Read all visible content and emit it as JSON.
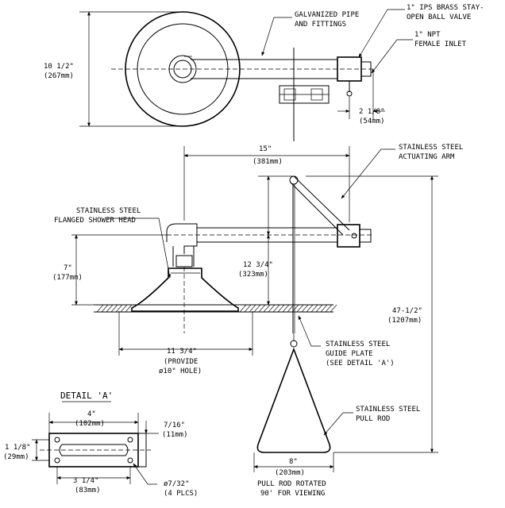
{
  "top_view": {
    "pipe_label_1": "GALVANIZED PIPE",
    "pipe_label_2": "AND FITTINGS",
    "valve_label_1": "1\" IPS BRASS STAY-",
    "valve_label_2": "OPEN BALL VALVE",
    "inlet_label_1": "1\" NPT",
    "inlet_label_2": "FEMALE INLET",
    "dia_in": "10 1/2\"",
    "dia_mm": "(267mm)",
    "offset_in": "2 1/8\"",
    "offset_mm": "(54mm)"
  },
  "elevation": {
    "arm_len_in": "15\"",
    "arm_len_mm": "(381mm)",
    "actuating_1": "STAINLESS STEEL",
    "actuating_2": "ACTUATING ARM",
    "head_1": "STAINLESS STEEL",
    "head_2": "FLANGED SHOWER HEAD",
    "drop_in": "7\"",
    "drop_mm": "(177mm)",
    "rod_in": "12 3/4\"",
    "rod_mm": "(323mm)",
    "overall_in": "47-1/2\"",
    "overall_mm": "(1207mm)",
    "head_dia_in": "11 3/4\"",
    "hole_1": "(PROVIDE",
    "hole_2": "ø10\" HOLE)",
    "guide_1": "STAINLESS STEEL",
    "guide_2": "GUIDE PLATE",
    "guide_3": "(SEE DETAIL 'A')",
    "rod_label_1": "STAINLESS STEEL",
    "rod_label_2": "PULL ROD",
    "tri_in": "8\"",
    "tri_mm": "(203mm)",
    "rotated_1": "PULL ROD ROTATED",
    "rotated_2": "90' FOR VIEWING"
  },
  "detail": {
    "title": "DETAIL 'A'",
    "width_in": "4\"",
    "width_mm": "(102mm)",
    "thick_in": "7/16\"",
    "thick_mm": "(11mm)",
    "height_in": "1 1/8\"",
    "height_mm": "(29mm)",
    "spacing_in": "3 1/4\"",
    "spacing_mm": "(83mm)",
    "hole_in": "ø7/32\"",
    "hole_note": "(4 PLCS)"
  }
}
